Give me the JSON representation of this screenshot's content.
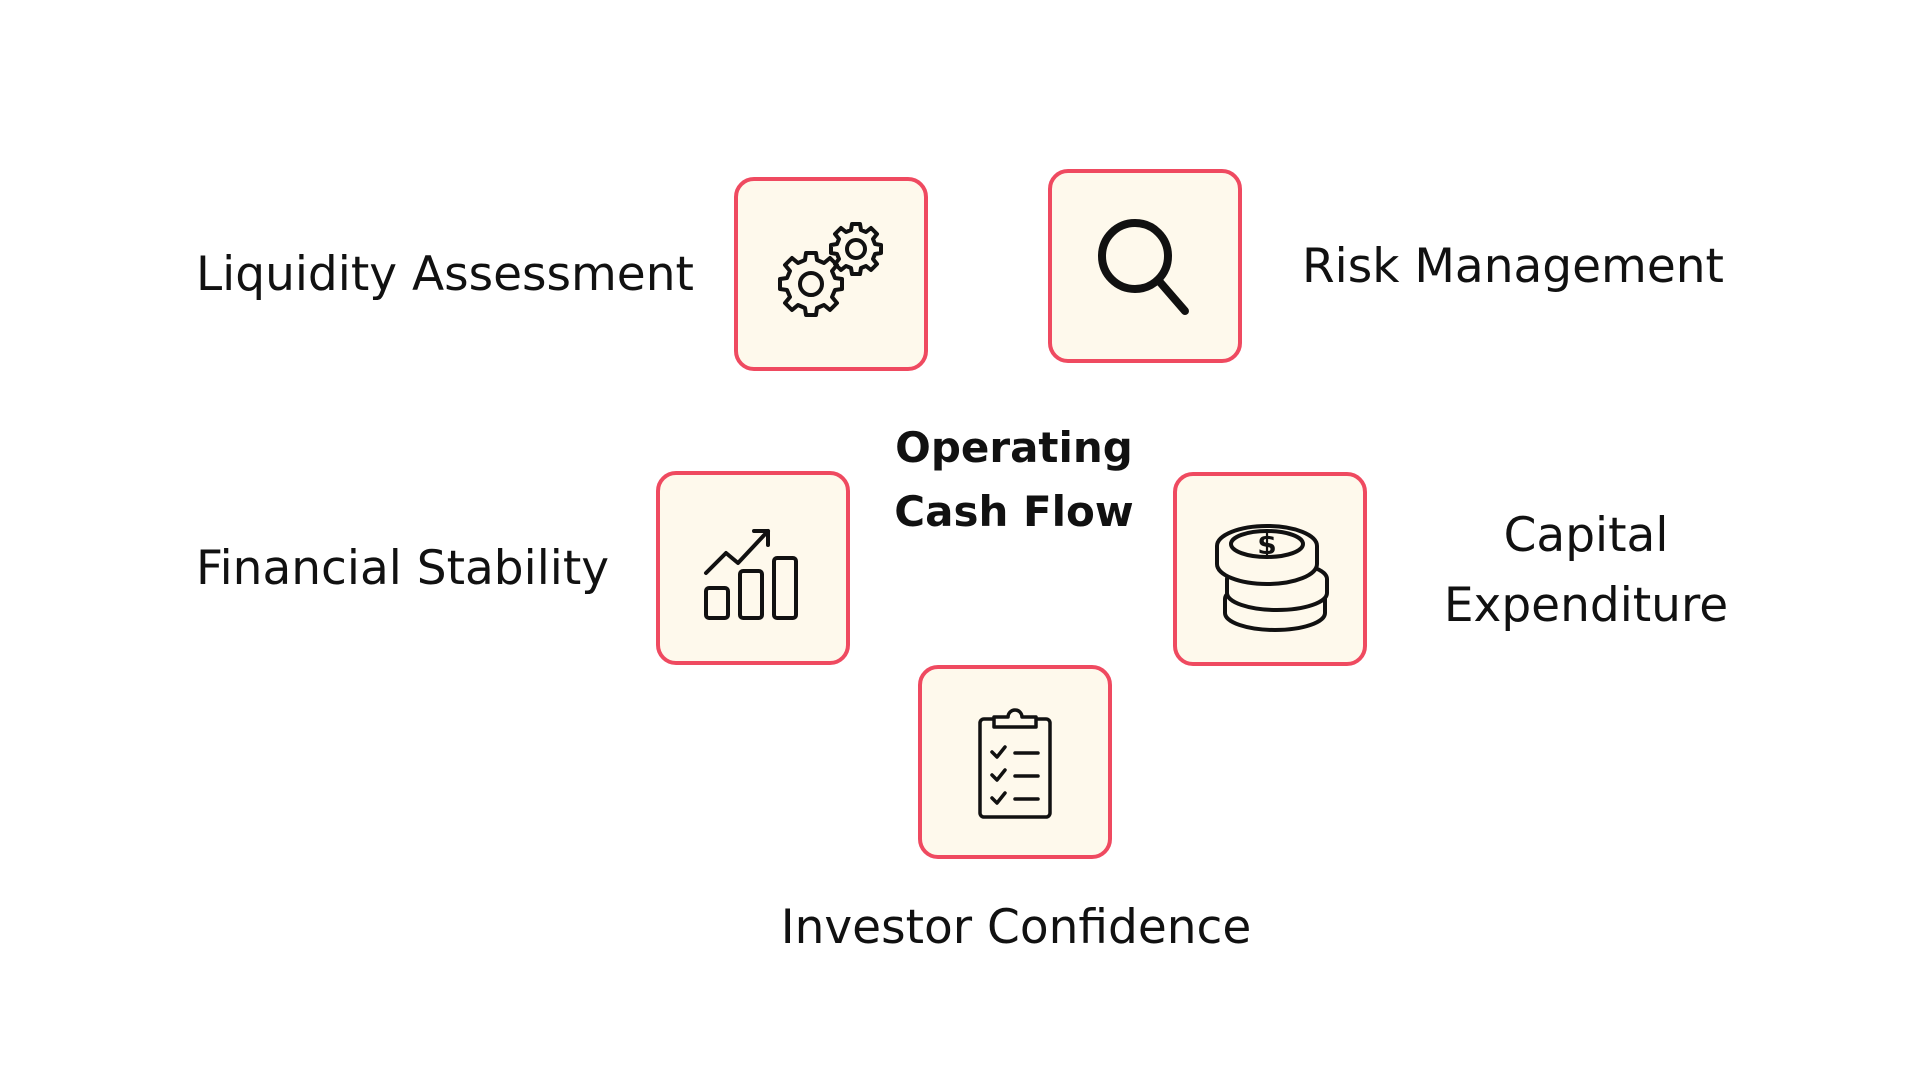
{
  "center": {
    "line1": "Operating",
    "line2": "Cash Flow"
  },
  "items": [
    {
      "label": "Liquidity Assessment",
      "icon": "gears-icon"
    },
    {
      "label": "Risk Management",
      "icon": "magnifier-icon"
    },
    {
      "label": "Financial Stability",
      "icon": "bar-chart-growth-icon"
    },
    {
      "label_line1": "Capital",
      "label_line2": "Expenditure",
      "icon": "coins-icon"
    },
    {
      "label": "Investor Confidence",
      "icon": "clipboard-checklist-icon"
    }
  ],
  "colors": {
    "border": "#ef4a60",
    "fill": "#fef9ec",
    "text": "#111111"
  }
}
